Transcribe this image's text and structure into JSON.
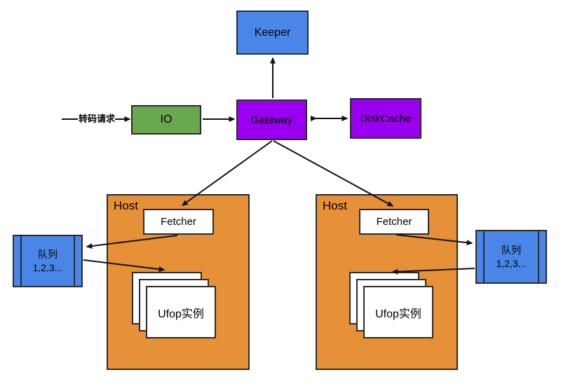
{
  "colors": {
    "bg": "#ffffff",
    "blue": "#4a86e8",
    "green": "#6aa84f",
    "purple": "#9a00f0",
    "orange": "#e69138",
    "white": "#ffffff",
    "border": "#2b2b2b",
    "arrow": "#111111"
  },
  "request_label": "转码请求",
  "keeper": {
    "label": "Keeper"
  },
  "io": {
    "label": "IO"
  },
  "gateway": {
    "label": "Gateway"
  },
  "diskcache": {
    "label": "DiskCache"
  },
  "hosts": [
    {
      "label": "Host",
      "fetcher": "Fetcher",
      "ufop": "Ufop实例"
    },
    {
      "label": "Host",
      "fetcher": "Fetcher",
      "ufop": "Ufop实例"
    }
  ],
  "queues": [
    {
      "title": "队列",
      "items": "1,2,3..."
    },
    {
      "title": "队列",
      "items": "1,2,3..."
    }
  ]
}
